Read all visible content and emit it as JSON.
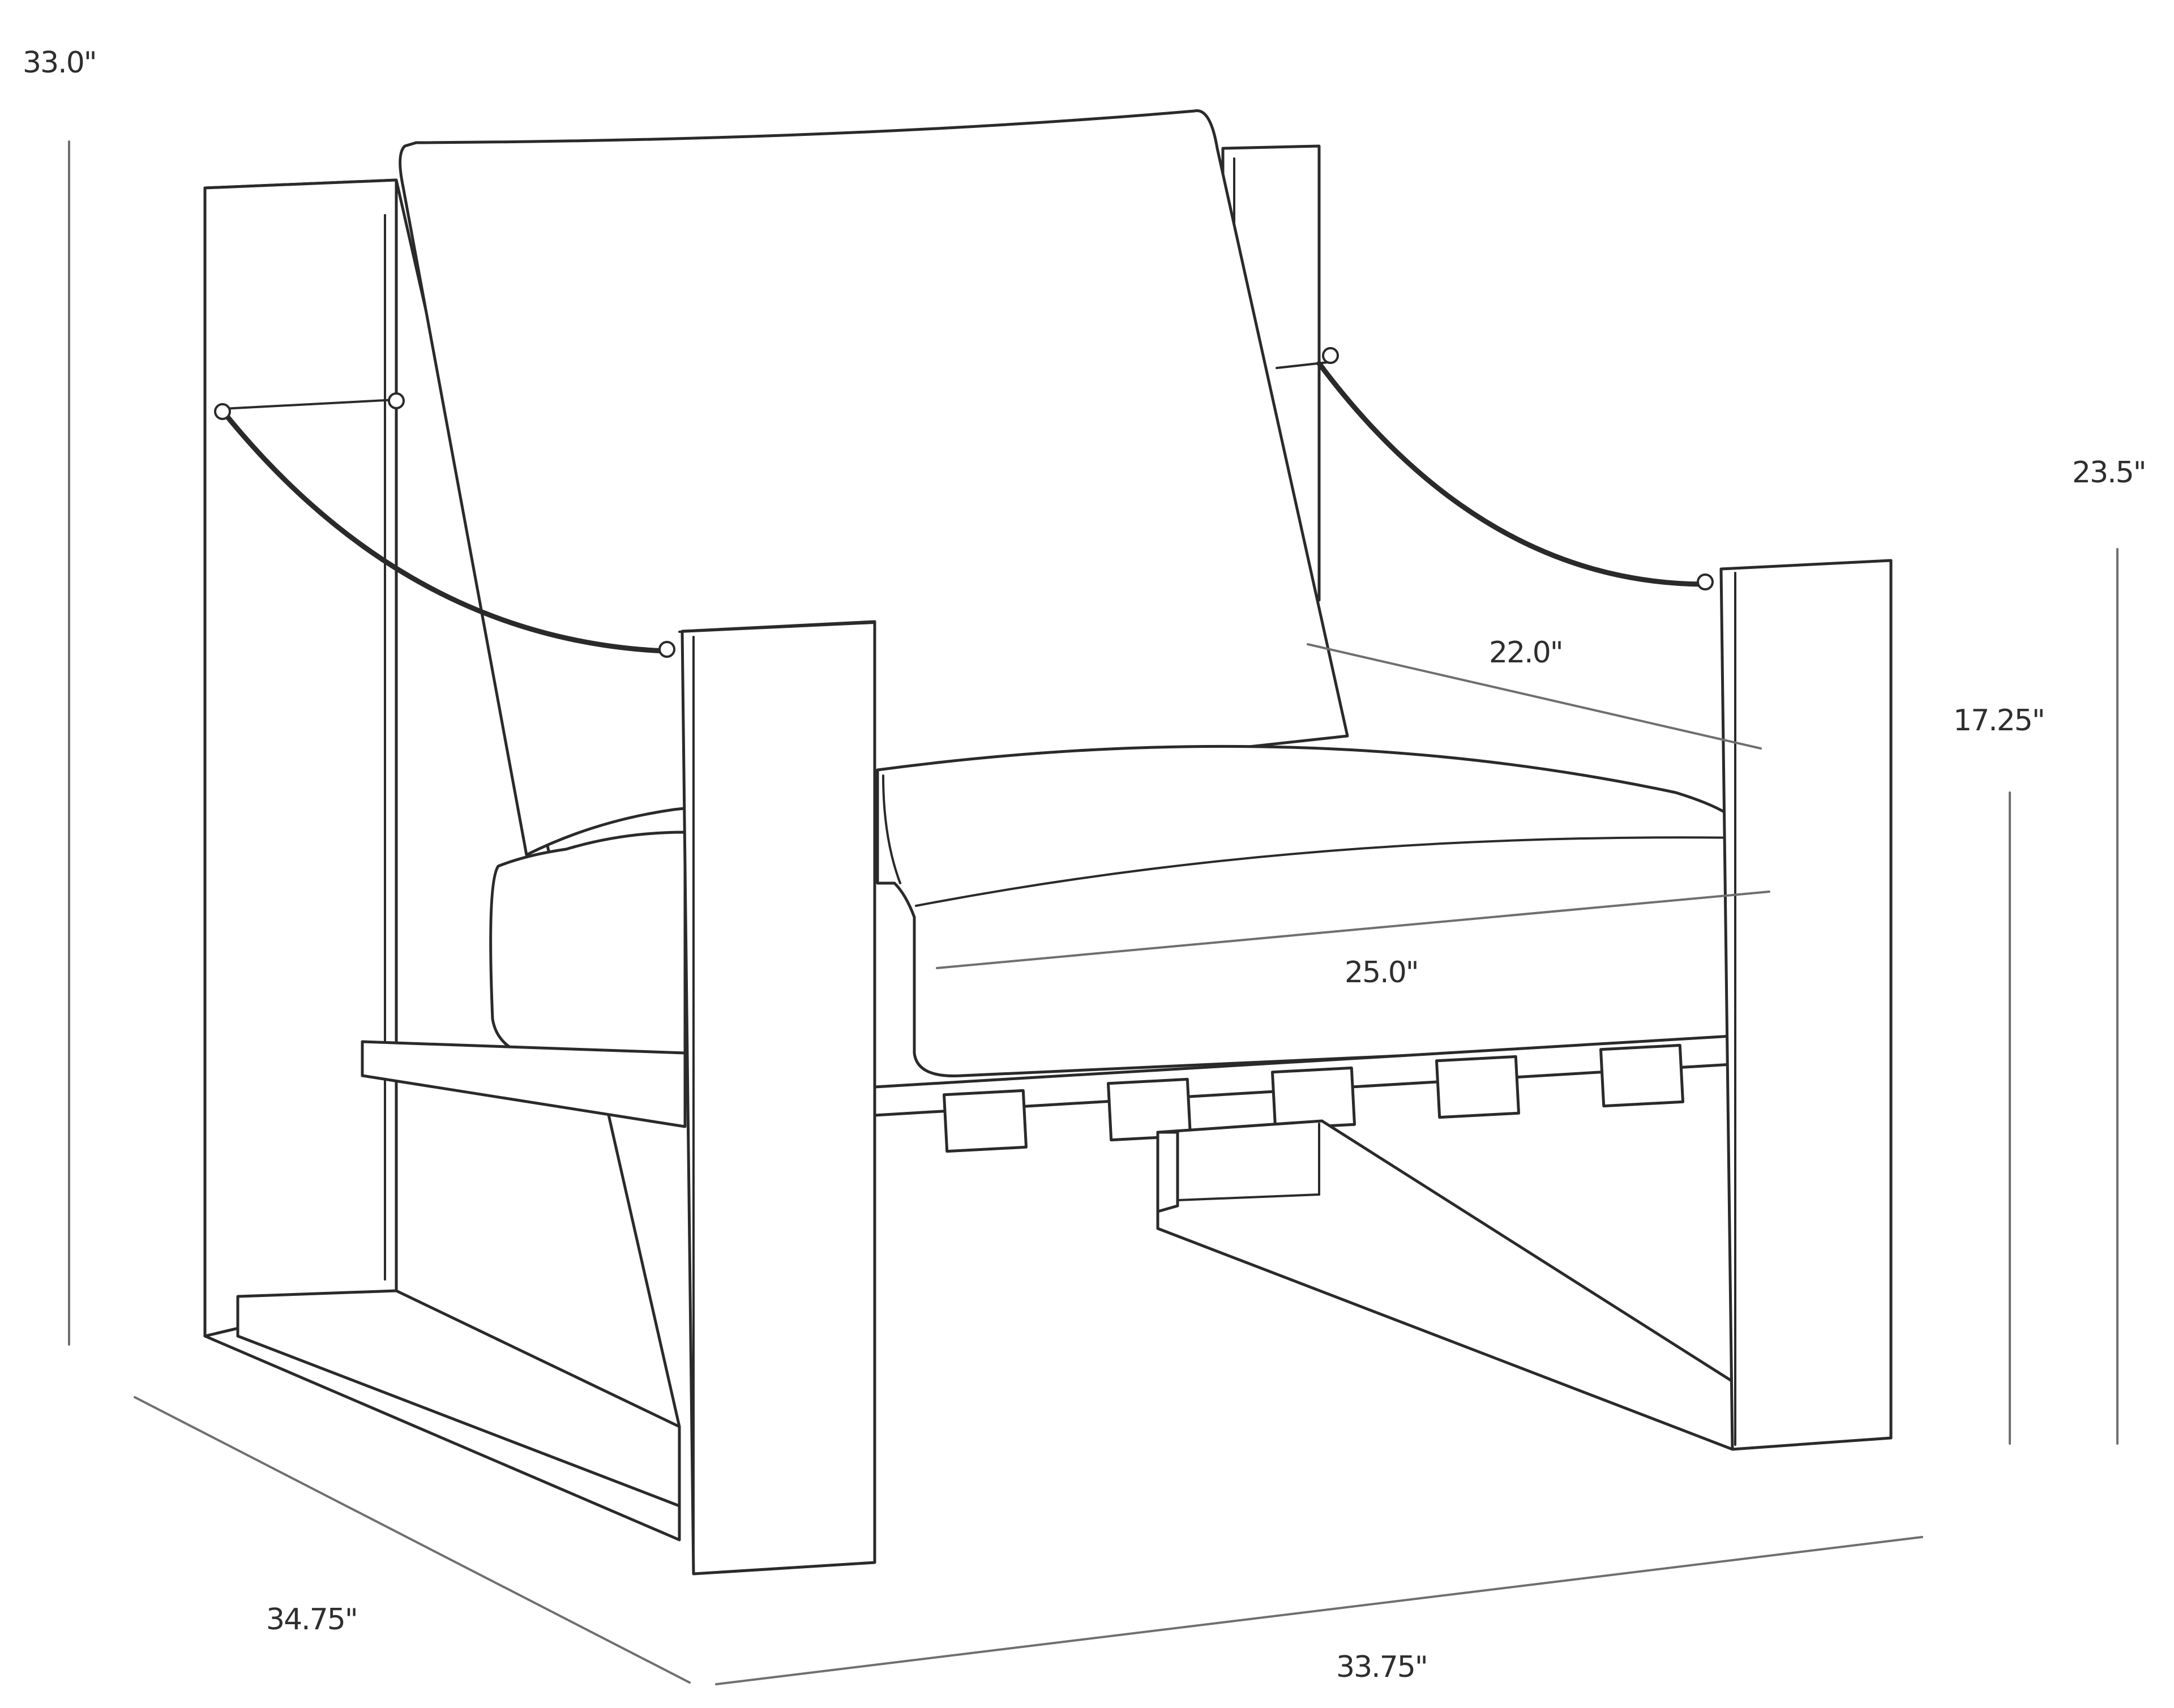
{
  "drawing": {
    "colors": {
      "line": "#2a2a2a",
      "dimension_line": "#6f6f6f",
      "label": "#2e2e2e",
      "background": "#ffffff"
    },
    "dimensions": {
      "overall_height": "33.0\"",
      "arm_height": "23.5\"",
      "seat_height": "17.25\"",
      "seat_depth": "22.0\"",
      "seat_width": "25.0\"",
      "overall_depth": "34.75\"",
      "overall_width": "33.75\""
    }
  }
}
